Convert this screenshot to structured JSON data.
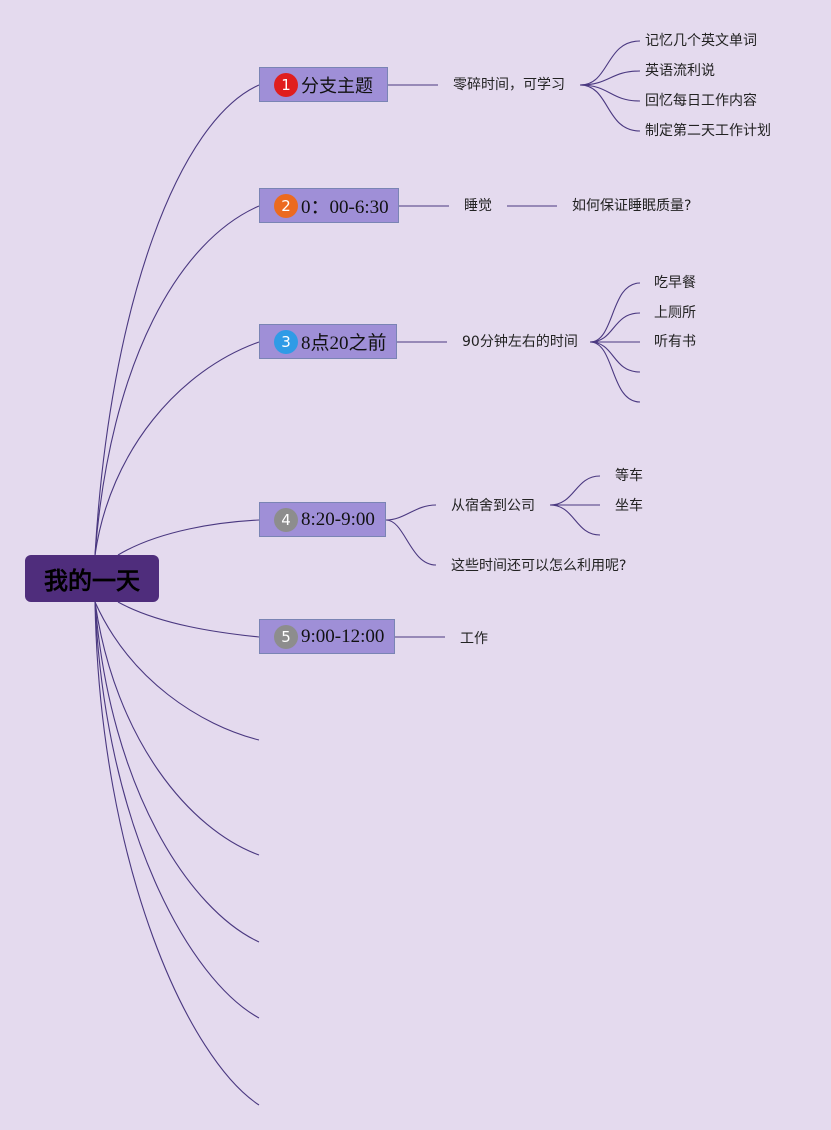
{
  "root": {
    "label": "我的一天"
  },
  "branches": [
    {
      "badge": "1",
      "badge_color": "#e01e1e",
      "label": "分支主题",
      "child": "零碎时间，可学习",
      "leaves": [
        "记忆几个英文单词",
        "英语流利说",
        "回忆每日工作内容",
        "制定第二天工作计划"
      ]
    },
    {
      "badge": "2",
      "badge_color": "#ec6a1f",
      "label": "0：00-6:30",
      "child": "睡觉",
      "leaves": [
        "如何保证睡眠质量?"
      ]
    },
    {
      "badge": "3",
      "badge_color": "#2f9be6",
      "label": "8点20之前",
      "child": "90分钟左右的时间",
      "leaves": [
        "吃早餐",
        "上厕所",
        "听有书",
        "",
        ""
      ]
    },
    {
      "badge": "4",
      "badge_color": "#8d8d8d",
      "label": "8:20-9:00",
      "child": "从宿舍到公司",
      "child2": "这些时间还可以怎么利用呢?",
      "leaves": [
        "等车",
        "坐车",
        ""
      ]
    },
    {
      "badge": "5",
      "badge_color": "#8d8d8d",
      "label": "9:00-12:00",
      "child": "工作",
      "leaves": []
    }
  ],
  "colors": {
    "background": "#e4daee",
    "root": "#4f2d7c",
    "branch": "#9f8fd7",
    "line": "#4a3880"
  }
}
